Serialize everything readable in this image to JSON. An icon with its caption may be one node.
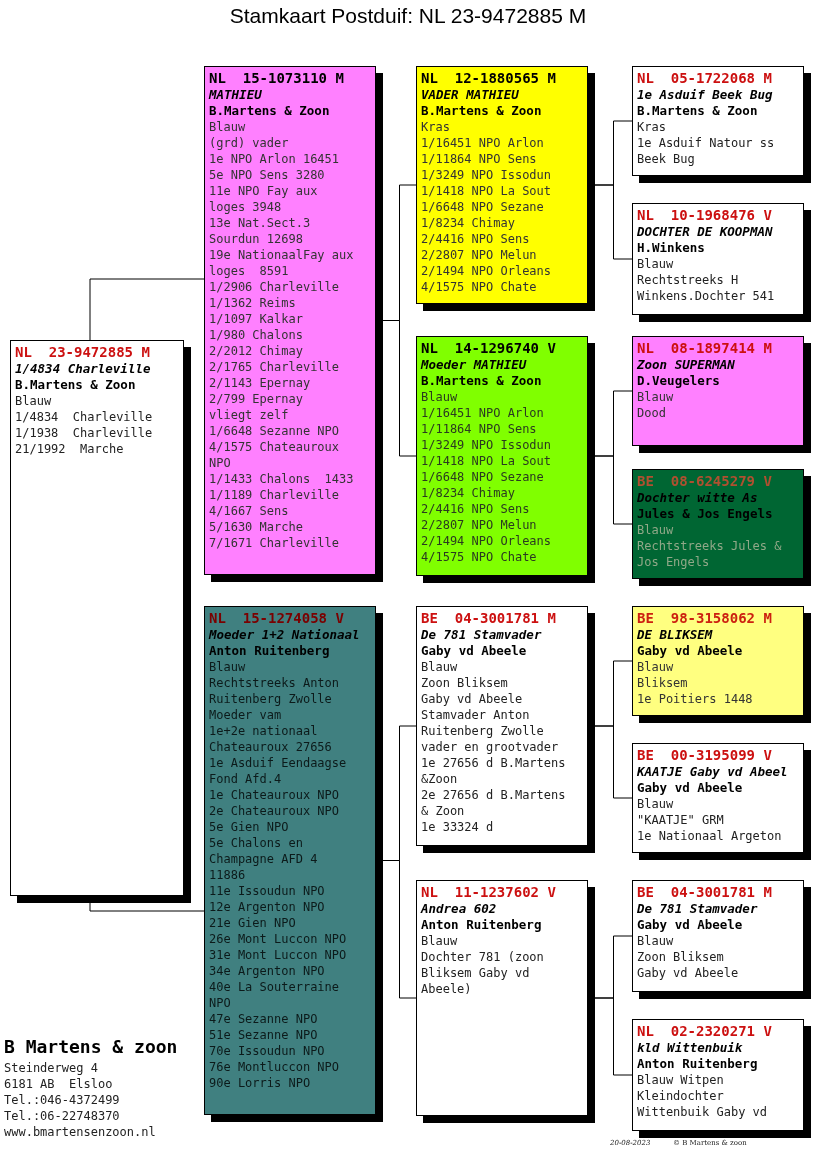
{
  "diagram": {
    "title": "Stamkaart Postduif: NL  23-9472885 M",
    "nodes": [
      {
        "text": [
          "NL  23-9472885 M",
          "1/4834 Charleville",
          "B.Martens & Zoon",
          "Blauw",
          "1/4834  Charleville",
          "1/1938  Charleville",
          "21/1992  Marche"
        ]
      },
      {
        "text": [
          "NL  15-1073110 M",
          "MATHIEU",
          "B.Martens & Zoon",
          "Blauw",
          "(grd) vader",
          "1e NPO Arlon 16451",
          "5e NPO Sens 3280",
          "11e NPO Fay aux loges 3948",
          "13e Nat.Sect.3 Sourdun 12698",
          "19e NationaalFay aux loges  8591",
          "1/2906 Charleville",
          "1/1362 Reims",
          "1/1097 Kalkar",
          "1/980 Chalons",
          "2/2012 Chimay",
          "2/1765 Charleville",
          "2/1143 Epernay",
          "2/799 Epernay",
          "vliegt zelf",
          "1/6648 Sezanne NPO",
          "4/1575 Chateauroux NPO",
          "1/1433 Chalons  1433",
          "1/1189 Charleville",
          "4/1667 Sens",
          "5/1630 Marche",
          "7/1671 Charleville"
        ]
      },
      {
        "text": [
          "NL  15-1274058 V",
          "Moeder 1+2 Nationaal",
          "Anton Ruitenberg",
          "Blauw",
          "Rechtstreeks Anton Ruitenberg Zwolle",
          "Moeder vam",
          "1e+2e nationaal Chateauroux 27656",
          "1e Asduif Eendaagse Fond Afd.4",
          "1e Chateauroux NPO",
          "2e Chateauroux NPO",
          "5e Gien NPO",
          "5e Chalons en Champagne AFD 4 11886",
          "11e Issoudun NPO",
          "12e Argenton NPO",
          "21e Gien NPO",
          "26e Mont Luccon NPO",
          "31e Mont Luccon NPO",
          "34e Argenton NPO",
          "40e La Souterraine NPO",
          "47e Sezanne NPO",
          "51e Sezanne NPO",
          "70e Issoudun NPO",
          "76e Montluccon NPO",
          "90e Lorris NPO"
        ]
      },
      {
        "text": [
          "NL  12-1880565 M",
          "VADER MATHIEU",
          "B.Martens & Zoon",
          "Kras",
          "1/16451 NPO Arlon",
          "1/11864 NPO Sens",
          "1/3249 NPO Issodun",
          "1/1418 NPO La Sout",
          "1/6648 NPO Sezane",
          "1/8234 Chimay",
          "2/4416 NPO Sens",
          "2/2807 NPO Melun",
          "2/1494 NPO Orleans",
          "4/1575 NPO Chate"
        ]
      },
      {
        "text": [
          "NL  14-1296740 V",
          "Moeder MATHIEU",
          "B.Martens & Zoon",
          "Blauw",
          "1/16451 NPO Arlon",
          "1/11864 NPO Sens",
          "1/3249 NPO Issodun",
          "1/1418 NPO La Sout",
          "1/6648 NPO Sezane",
          "1/8234 Chimay",
          "2/4416 NPO Sens",
          "2/2807 NPO Melun",
          "2/1494 NPO Orleans",
          "4/1575 NPO Chate"
        ]
      },
      {
        "text": [
          "BE  04-3001781 M",
          "De 781 Stamvader",
          "Gaby vd Abeele",
          "Blauw",
          "Zoon Bliksem",
          "Gaby vd Abeele",
          "Stamvader Anton Ruitenberg Zwolle",
          "vader en grootvader",
          "1e 27656 d B.Martens &Zoon",
          "2e 27656 d B.Martens & Zoon",
          "1e 33324 d"
        ]
      },
      {
        "text": [
          "NL  11-1237602 V",
          "Andrea 602",
          "Anton Ruitenberg",
          "Blauw",
          "Dochter 781 (zoon Bliksem Gaby vd Abeele)"
        ]
      },
      {
        "text": [
          "NL  05-1722068 M",
          "1e Asduif Beek Bug",
          "B.Martens & Zoon",
          "Kras",
          "1e Asduif Natour ss Beek Bug"
        ]
      },
      {
        "text": [
          "NL  10-1968476 V",
          "DOCHTER DE KOOPMAN",
          "H.Winkens",
          "Blauw",
          "Rechtstreeks H Winkens.Dochter 541"
        ]
      },
      {
        "text": [
          "NL  08-1897414 M",
          "Zoon SUPERMAN",
          "D.Veugelers",
          "Blauw",
          "Dood"
        ]
      },
      {
        "text": [
          "BE  08-6245279 V",
          "Dochter witte As",
          "Jules & Jos Engels",
          "Blauw",
          "Rechtstreeks Jules & Jos Engels"
        ]
      },
      {
        "text": [
          "BE  98-3158062 M",
          "DE BLIKSEM",
          "Gaby vd Abeele",
          "Blauw",
          "Bliksem",
          "1e Poitiers 1448"
        ]
      },
      {
        "text": [
          "BE  00-3195099 V",
          "KAATJE Gaby vd Abeel",
          "Gaby vd Abeele",
          "Blauw",
          "\"KAATJE\" GRM",
          "1e Nationaal Argeton"
        ]
      },
      {
        "text": [
          "BE  04-3001781 M",
          "De 781 Stamvader",
          "Gaby vd Abeele",
          "Blauw",
          "Zoon Bliksem",
          "Gaby vd Abeele"
        ]
      },
      {
        "text": [
          "NL  02-2320271 V",
          "kld Wittenbuik",
          "Anton Ruitenberg",
          "Blauw Witpen",
          "Kleindochter",
          "Wittenbuik Gaby vd"
        ]
      }
    ],
    "edges": [
      {
        "from": 0,
        "to": 1,
        "arrow": "none"
      },
      {
        "from": 0,
        "to": 2,
        "arrow": "none"
      },
      {
        "from": 1,
        "to": 3,
        "arrow": "none"
      },
      {
        "from": 1,
        "to": 4,
        "arrow": "none"
      },
      {
        "from": 2,
        "to": 5,
        "arrow": "none"
      },
      {
        "from": 2,
        "to": 6,
        "arrow": "none"
      },
      {
        "from": 3,
        "to": 7,
        "arrow": "none"
      },
      {
        "from": 3,
        "to": 8,
        "arrow": "none"
      },
      {
        "from": 4,
        "to": 9,
        "arrow": "none"
      },
      {
        "from": 4,
        "to": 10,
        "arrow": "none"
      },
      {
        "from": 5,
        "to": 11,
        "arrow": "none"
      },
      {
        "from": 5,
        "to": 12,
        "arrow": "none"
      },
      {
        "from": 6,
        "to": 13,
        "arrow": "none"
      },
      {
        "from": 6,
        "to": 14,
        "arrow": "none"
      }
    ],
    "labels": [
      "B Martens & zoon",
      "Steinderweg 4",
      "6181 AB  Elsloo",
      "Tel.:046-4372499",
      "Tel.:06-22748370",
      "www.bmartensenzoon.nl",
      "20-08-2023",
      "© B Martens & zoon"
    ]
  }
}
